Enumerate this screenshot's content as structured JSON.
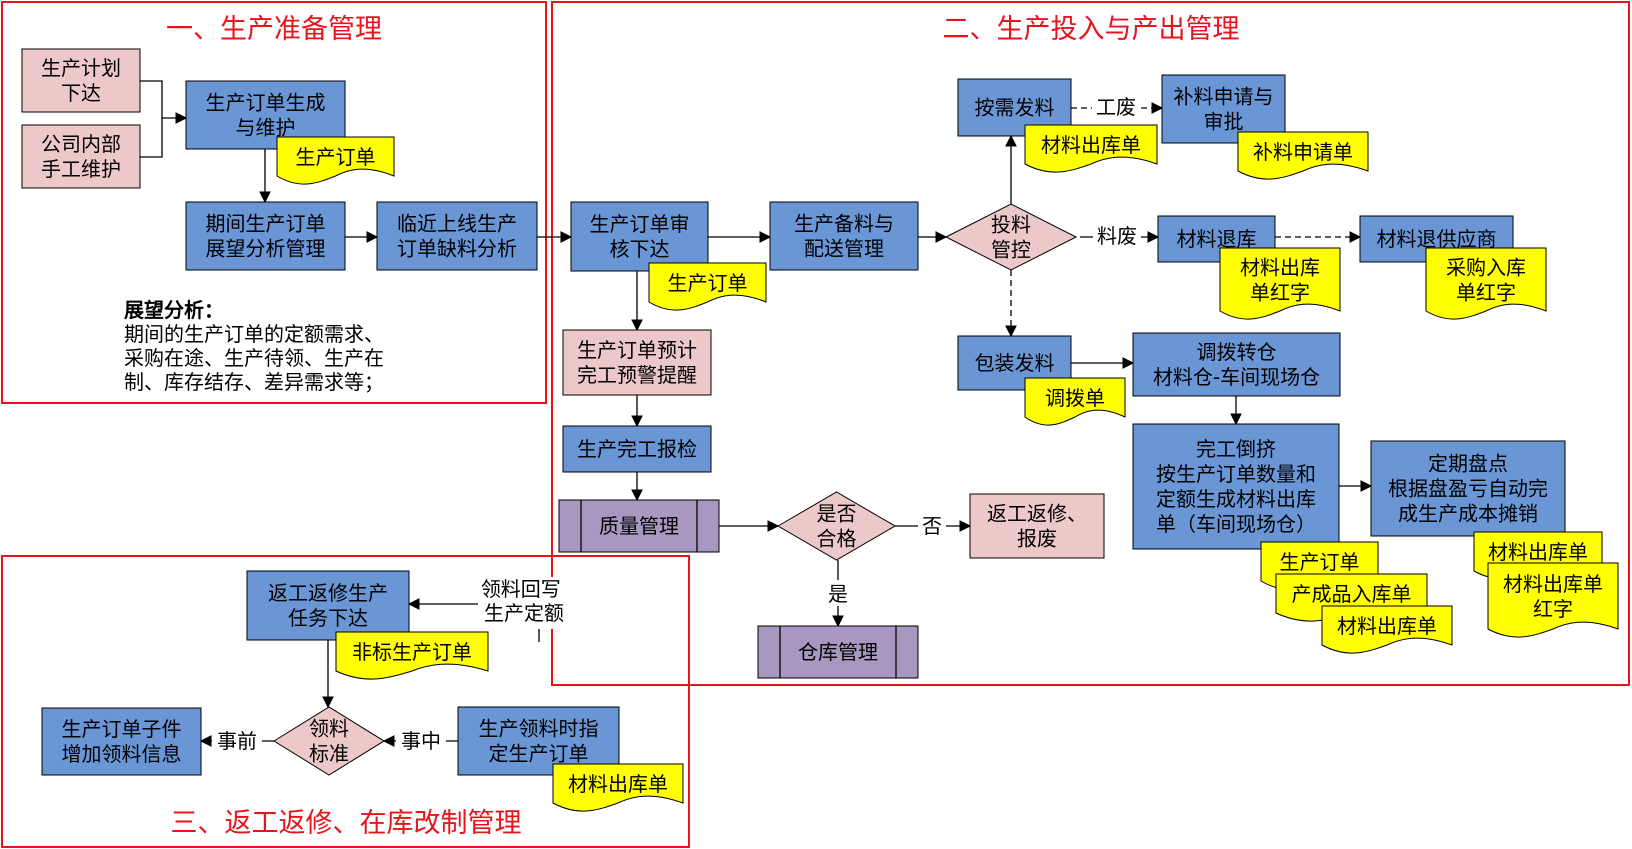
{
  "sections": {
    "s1": "一、生产准备管理",
    "s2": "二、生产投入与产出管理",
    "s3": "三、返工返修、在库改制管理"
  },
  "nodes": {
    "plan": [
      "生产计划",
      "下达"
    ],
    "manual": [
      "公司内部",
      "手工维护"
    ],
    "order_gen": [
      "生产订单生成",
      "与维护"
    ],
    "outlook": [
      "期间生产订单",
      "展望分析管理"
    ],
    "shortage": [
      "临近上线生产",
      "订单缺料分析"
    ],
    "audit": [
      "生产订单审",
      "核下达"
    ],
    "prep": [
      "生产备料与",
      "配送管理"
    ],
    "feed_ctrl": [
      "投料",
      "管控"
    ],
    "on_demand": [
      "按需发料"
    ],
    "supp_req": [
      "补料申请与",
      "审批"
    ],
    "return_mat": [
      "材料退库"
    ],
    "return_supplier": [
      "材料退供应商"
    ],
    "pack": [
      "包装发料"
    ],
    "transfer": [
      "调拨转仓",
      "材料仓-车间现场仓"
    ],
    "backflush": [
      "完工倒挤",
      "按生产订单数量和",
      "定额生成材料出库",
      "单（车间现场仓）"
    ],
    "inventory": [
      "定期盘点",
      "根据盘盈亏自动完",
      "成生产成本摊销"
    ],
    "warning": [
      "生产订单预计",
      "完工预警提醒"
    ],
    "inspect": [
      "生产完工报检"
    ],
    "quality": [
      "质量管理"
    ],
    "qualified": [
      "是否",
      "合格"
    ],
    "rework": [
      "返工返修、",
      "报废"
    ],
    "warehouse": [
      "仓库管理"
    ],
    "rework_task": [
      "返工返修生产",
      "任务下达"
    ],
    "pick_std": [
      "领料",
      "标准"
    ],
    "add_pick": [
      "生产订单子件",
      "增加领料信息"
    ],
    "assign_order": [
      "生产领料时指",
      "定生产订单"
    ]
  },
  "docs": {
    "d_order1": [
      "生产订单"
    ],
    "d_order2": [
      "生产订单"
    ],
    "d_out1": [
      "材料出库单"
    ],
    "d_supp": [
      "补料申请单"
    ],
    "d_out_red": [
      "材料出库",
      "单红字"
    ],
    "d_purchase_red": [
      "采购入库",
      "单红字"
    ],
    "d_transfer": [
      "调拨单"
    ],
    "d_order3": [
      "生产订单"
    ],
    "d_fg_in": [
      "产成品入库单"
    ],
    "d_out2": [
      "材料出库单"
    ],
    "d_out3": [
      "材料出库单"
    ],
    "d_out_red2": [
      "材料出库单",
      "红字"
    ],
    "d_nonstd": [
      "非标生产订单"
    ],
    "d_out4": [
      "材料出库单"
    ]
  },
  "edges": {
    "waste_work": "工废",
    "waste_mat": "料废",
    "no": "否",
    "yes": "是",
    "before": "事前",
    "during": "事中",
    "writeback": [
      "领料回写",
      "生产定额"
    ]
  },
  "note": {
    "heading": "展望分析：",
    "lines": [
      "期间的生产订单的定额需求、",
      "采购在途、生产待领、生产在",
      "制、库存结存、差异需求等；"
    ]
  },
  "colors": {
    "process": "#6a96d6",
    "pink": "#ecc9c8",
    "purple": "#a897c1",
    "document": "#ffff00",
    "section_border": "#e8141c"
  }
}
